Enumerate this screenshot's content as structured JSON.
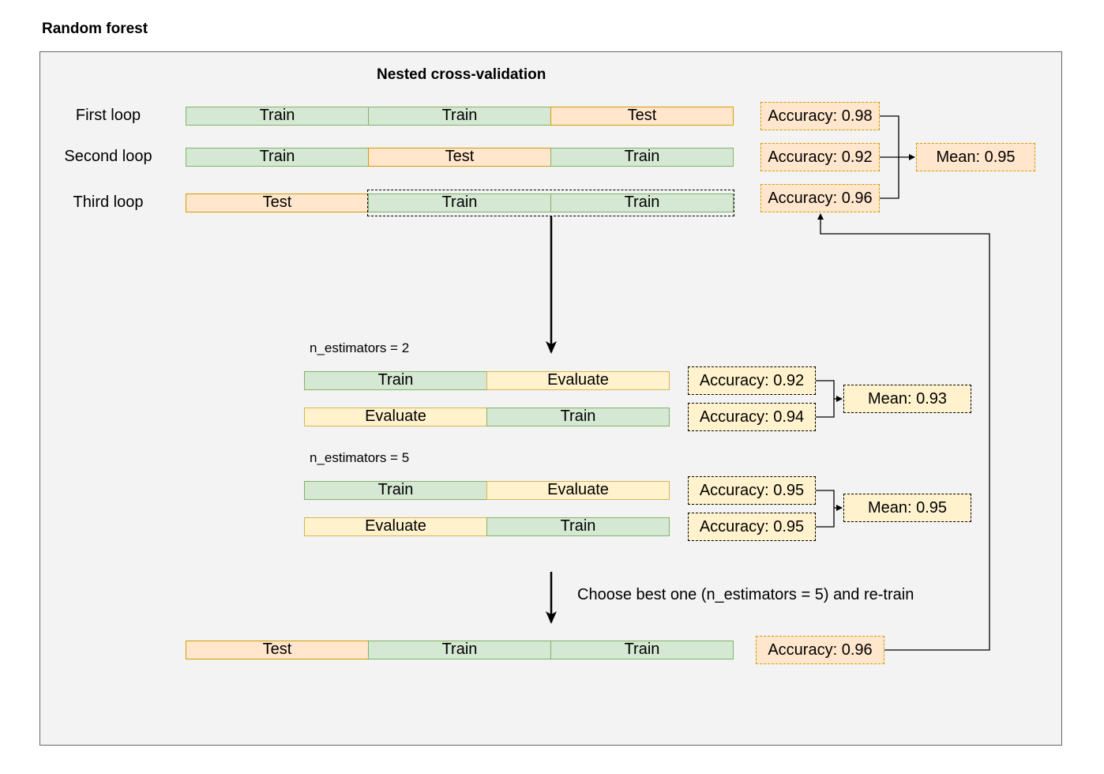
{
  "title": "Random forest",
  "heading": "Nested cross-validation",
  "loops": {
    "first": "First loop",
    "second": "Second loop",
    "third": "Third loop"
  },
  "segments": {
    "train": "Train",
    "test": "Test",
    "evaluate": "Evaluate"
  },
  "outer_accuracies": [
    "Accuracy: 0.98",
    "Accuracy: 0.92",
    "Accuracy: 0.96"
  ],
  "outer_mean": "Mean: 0.95",
  "inner": [
    {
      "label": "n_estimators = 2",
      "accuracies": [
        "Accuracy: 0.92",
        "Accuracy: 0.94"
      ],
      "mean": "Mean: 0.93"
    },
    {
      "label": "n_estimators = 5",
      "accuracies": [
        "Accuracy: 0.95",
        "Accuracy: 0.95"
      ],
      "mean": "Mean: 0.95"
    }
  ],
  "retrain_note": "Choose best one (n_estimators = 5) and re-train",
  "final_accuracy": "Accuracy: 0.96",
  "colors": {
    "train_fill": "#d5e8d4",
    "train_border": "#82b366",
    "test_fill": "#ffe6cc",
    "test_border": "#d79b00",
    "evaluate_fill": "#fff2cc",
    "evaluate_border": "#d6b656"
  }
}
